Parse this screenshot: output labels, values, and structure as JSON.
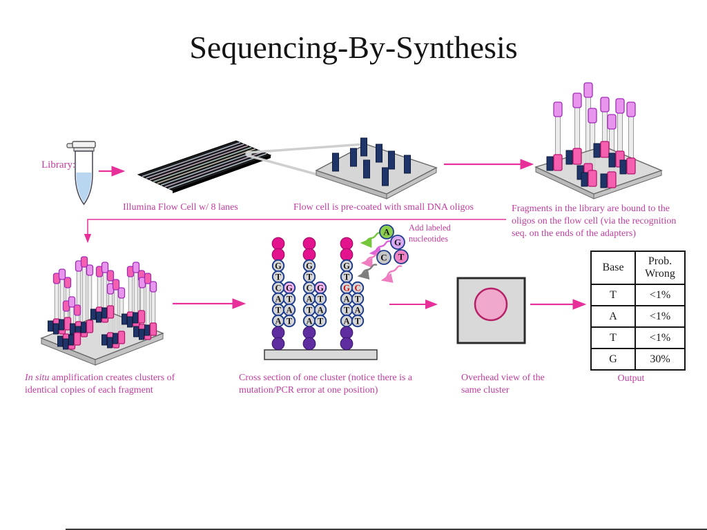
{
  "title": "Sequencing-By-Synthesis",
  "labels": {
    "library": "Library:",
    "flow_cell_caption": "Illumina Flow Cell w/ 8 lanes",
    "oligo_caption": "Flow cell is pre-coated with small DNA oligos",
    "fragments_caption": "Fragments in the library are bound to the oligos on the flow cell (via the recognition seq. on the ends of the adapters)",
    "amplification_italic": "In situ",
    "amplification_rest": " amplification creates clusters of identical copies of each fragment",
    "cross_section_caption": "Cross section of one cluster (notice there is a mutation/PCR error at one position)",
    "add_nucleotides": "Add labeled nucleotides",
    "overhead_caption": "Overhead view of the same cluster",
    "output_caption": "Output"
  },
  "cluster_cross_section": {
    "strands": [
      {
        "template": [
          "G",
          "T",
          "C",
          "A",
          "T",
          "A"
        ],
        "template_red_idx": -1,
        "complement": [
          "G",
          "T",
          "A",
          "T"
        ],
        "complement_red_idx": -1,
        "new_base_highlight": true
      },
      {
        "template": [
          "G",
          "T",
          "C",
          "A",
          "T",
          "A"
        ],
        "template_red_idx": -1,
        "complement": [
          "G",
          "T",
          "A",
          "T"
        ],
        "complement_red_idx": -1,
        "new_base_highlight": true
      },
      {
        "template": [
          "G",
          "T",
          "G",
          "A",
          "T",
          "A"
        ],
        "template_red_idx": 2,
        "complement": [
          "C",
          "T",
          "A",
          "T"
        ],
        "complement_red_idx": 0,
        "new_base_highlight": false
      }
    ]
  },
  "free_nucleotides": [
    {
      "label": "A",
      "fill": "#8dd04e"
    },
    {
      "label": "G",
      "fill": "#dcaaf2"
    },
    {
      "label": "C",
      "fill": "#c6c6c6"
    },
    {
      "label": "T",
      "fill": "#f083c4"
    }
  ],
  "table": {
    "headers": [
      "Base",
      "Prob. Wrong"
    ],
    "rows": [
      [
        "T",
        "<1%"
      ],
      [
        "A",
        "<1%"
      ],
      [
        "T",
        "<1%"
      ],
      [
        "G",
        "30%"
      ]
    ]
  },
  "colors": {
    "caption_pink": "#c13d9e",
    "arrow_pink": "#e7309a",
    "magenta_bead": "#e3138d",
    "purple_bead": "#5f2da0",
    "bead_gray": "#d6d6d6",
    "bead_border_navy": "#1e3d8f",
    "mutation_red": "#cc1111",
    "new_base_pink": "#f5b5ef",
    "navy_oligo": "#1f3468",
    "tube_pink": "#f55fb0",
    "cap_violet": "#e895ee"
  }
}
